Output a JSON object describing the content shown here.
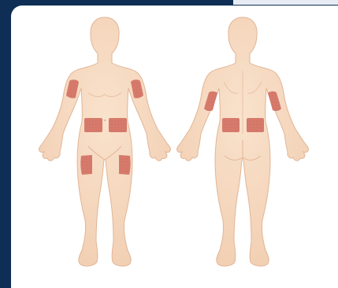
{
  "figure": {
    "views": [
      {
        "name": "front",
        "sites": [
          "upper-arm-right",
          "upper-arm-left",
          "abdomen-right",
          "abdomen-left",
          "thigh-right",
          "thigh-left"
        ]
      },
      {
        "name": "back",
        "sites": [
          "back-of-arm-left",
          "back-of-arm-right",
          "lower-back-left",
          "lower-back-right"
        ]
      }
    ],
    "colors": {
      "frame": "#0f2e55",
      "panel": "#ffffff",
      "skin": "#f6d7bd",
      "skin_outline": "#e5b99b",
      "site_fill": "#d67a6c"
    }
  }
}
